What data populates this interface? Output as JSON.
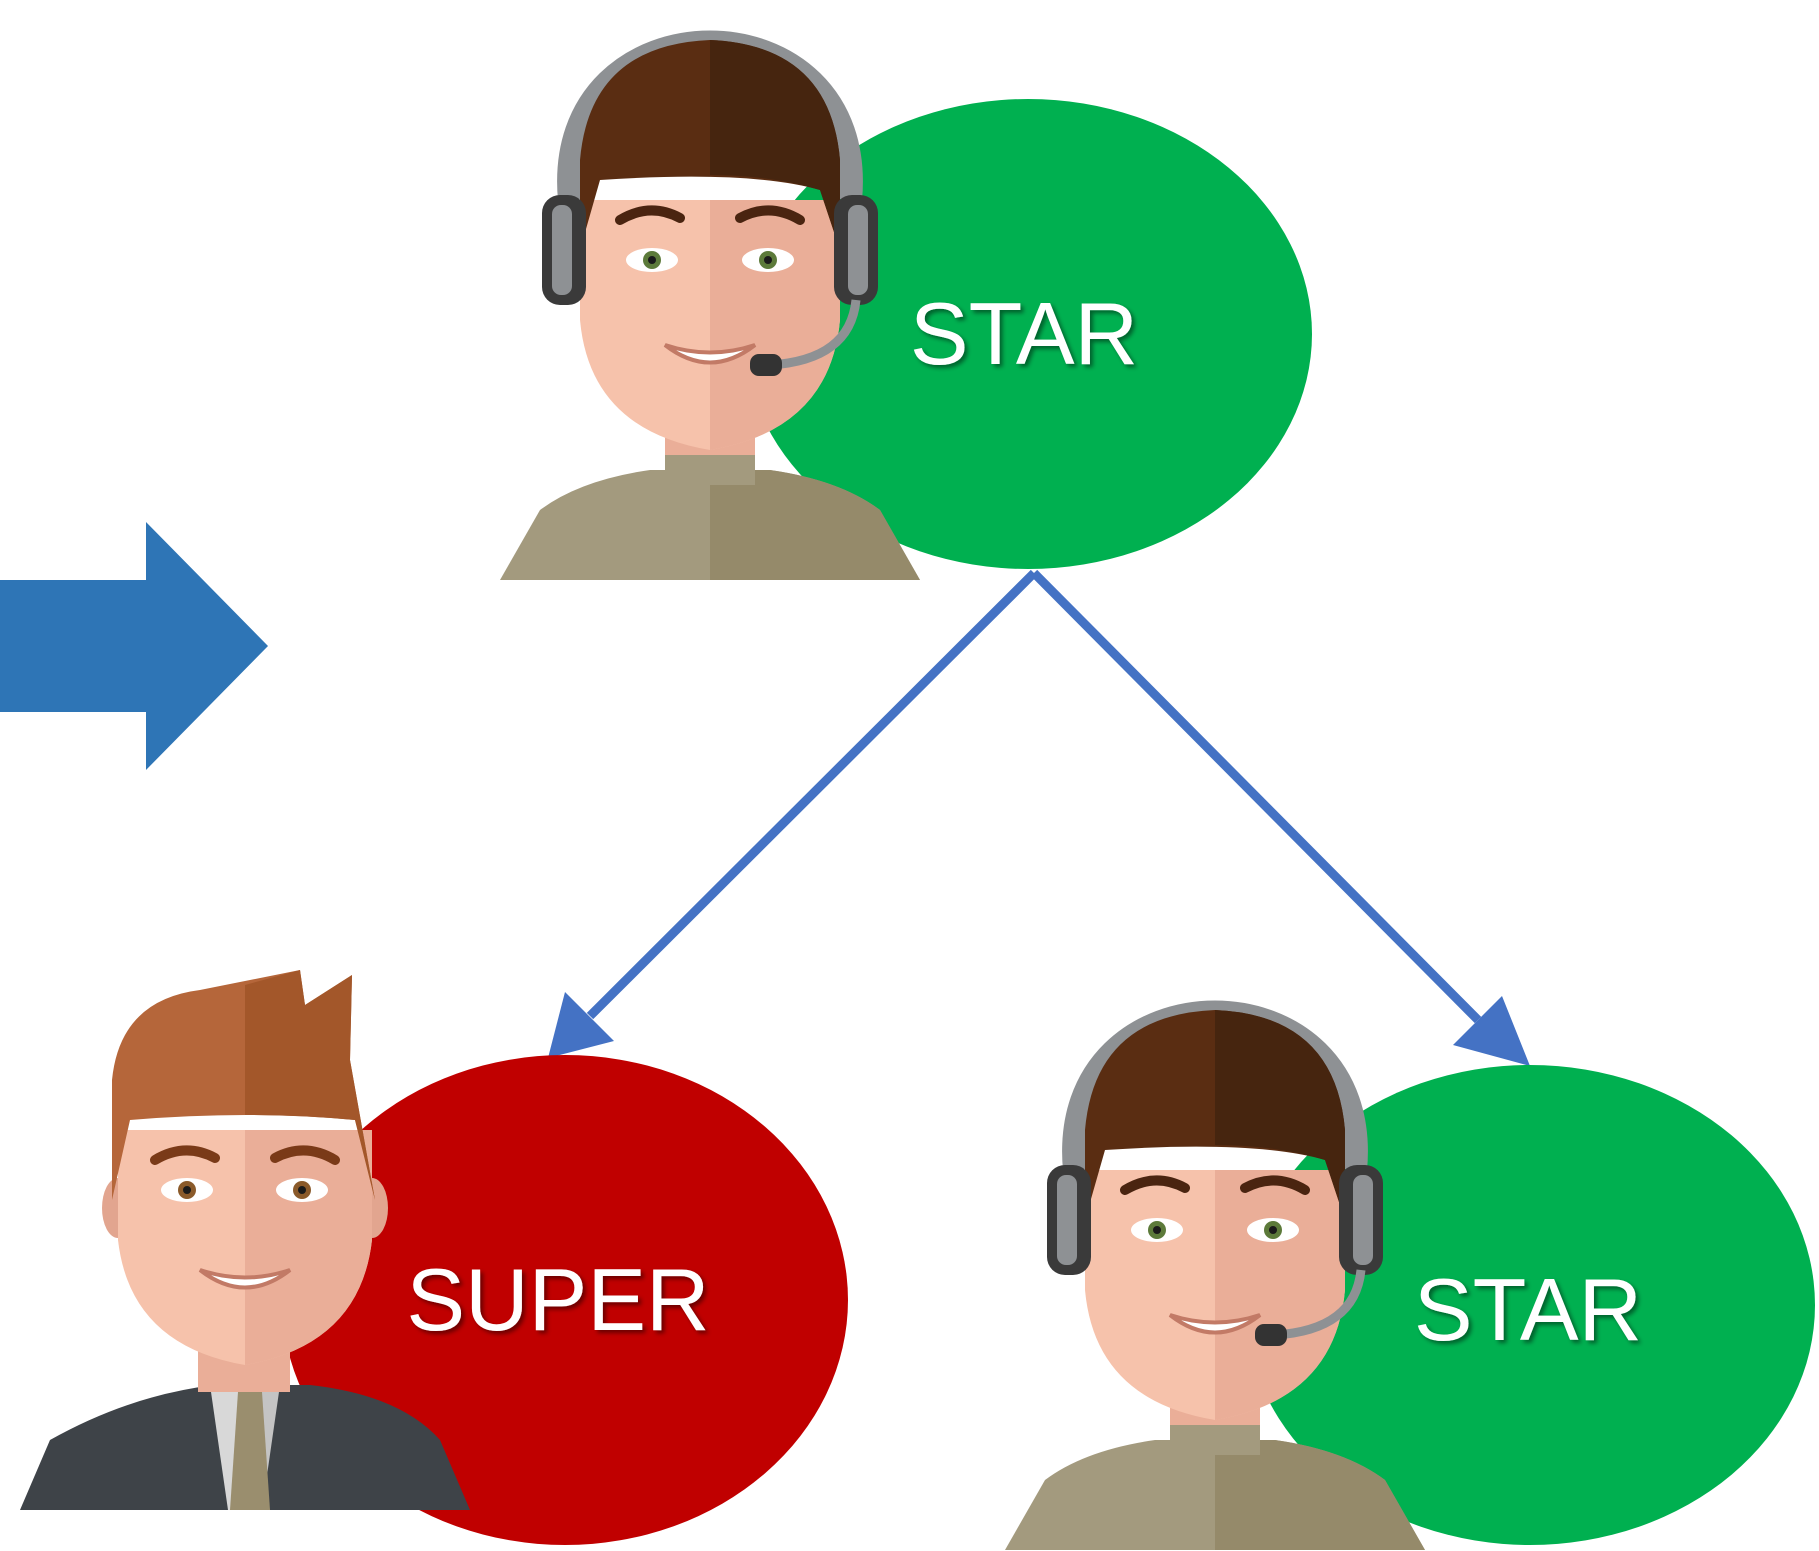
{
  "colors": {
    "star": "#00b050",
    "super": "#c00000",
    "connector": "#4472c4",
    "entry_arrow": "#2e75b6",
    "hair_brown": "#5a2d12",
    "hair_brown_shade": "#46250f",
    "hair_orange": "#b5663a",
    "hair_orange_shade": "#a3572a",
    "skin": "#f6c2ab",
    "skin_shade": "#eaae98",
    "shirt": "#a39a7e",
    "shirt_shade": "#958a6a",
    "suit": "#3e4348",
    "headset": "#8e9194"
  },
  "nodes": {
    "top": {
      "label": "STAR",
      "type": "star",
      "avatar": "headset-agent"
    },
    "left": {
      "label": "SUPER",
      "type": "super",
      "avatar": "businessman"
    },
    "right": {
      "label": "STAR",
      "type": "star",
      "avatar": "headset-agent"
    }
  },
  "edges": [
    {
      "from": "top",
      "to": "left"
    },
    {
      "from": "top",
      "to": "right"
    }
  ],
  "icons": [
    "right-arrow-icon",
    "headset-agent-icon",
    "businessman-icon"
  ]
}
